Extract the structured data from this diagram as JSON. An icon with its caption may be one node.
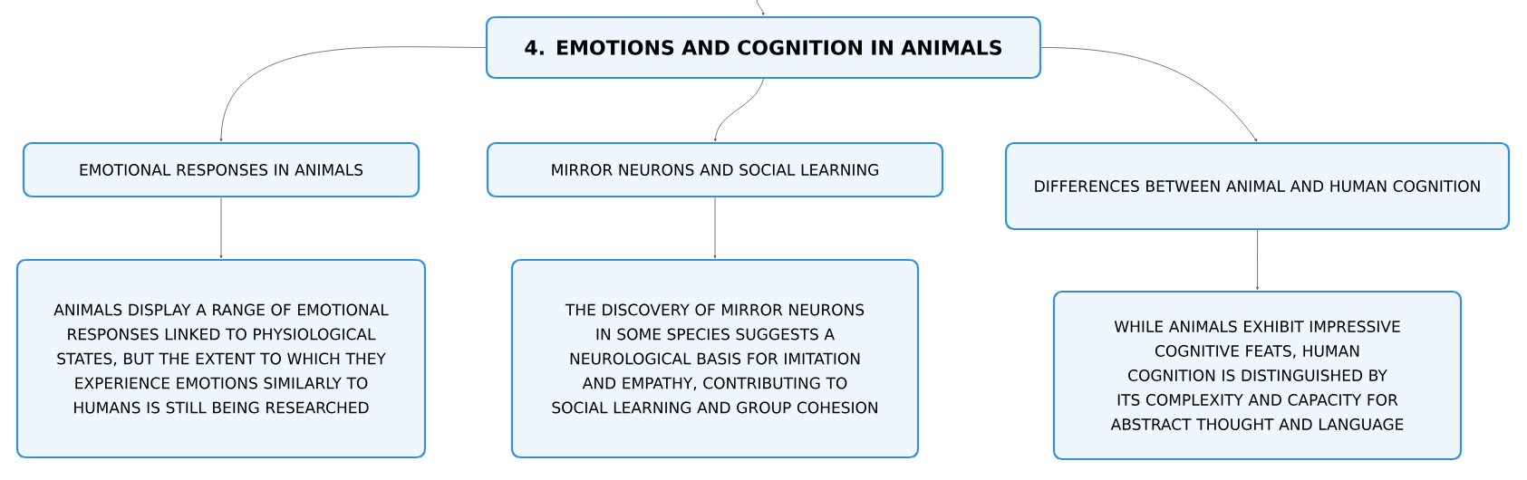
{
  "diagram": {
    "nodes": [
      {
        "text": [
          "4. EMOTIONS AND COGNITION IN ANIMALS"
        ]
      },
      {
        "text": [
          "EMOTIONAL RESPONSES IN ANIMALS"
        ]
      },
      {
        "text": [
          "MIRROR NEURONS AND SOCIAL LEARNING"
        ]
      },
      {
        "text": [
          "DIFFERENCES BETWEEN ANIMAL AND HUMAN COGNITION"
        ]
      },
      {
        "text": [
          "ANIMALS DISPLAY A RANGE OF EMOTIONAL RESPONSES LINKED TO PHYSIOLOGICAL STATES, BUT THE EXTENT TO WHICH THEY EXPERIENCE EMOTIONS SIMILARLY TO HUMANS IS STILL BEING RESEARCHED"
        ]
      },
      {
        "text": [
          "THE DISCOVERY OF MIRROR NEURONS IN SOME SPECIES SUGGESTS A NEUROLOGICAL BASIS FOR IMITATION AND EMPATHY, CONTRIBUTING TO SOCIAL LEARNING AND GROUP COHESION"
        ]
      },
      {
        "text": [
          "WHILE ANIMALS EXHIBIT IMPRESSIVE COGNITIVE FEATS, HUMAN COGNITION IS DISTINGUISHED BY ITS COMPLEXITY AND CAPACITY FOR ABSTRACT THOUGHT AND LANGUAGE"
        ]
      }
    ],
    "edges": [
      {
        "from": null,
        "to": 0,
        "arrow": "to"
      },
      {
        "from": 0,
        "to": 1,
        "arrow": "to"
      },
      {
        "from": 0,
        "to": 2,
        "arrow": "to"
      },
      {
        "from": 0,
        "to": 3,
        "arrow": "to"
      },
      {
        "from": 1,
        "to": 4,
        "arrow": "to"
      },
      {
        "from": 2,
        "to": 5,
        "arrow": "to"
      },
      {
        "from": 3,
        "to": 6,
        "arrow": "to"
      }
    ]
  }
}
